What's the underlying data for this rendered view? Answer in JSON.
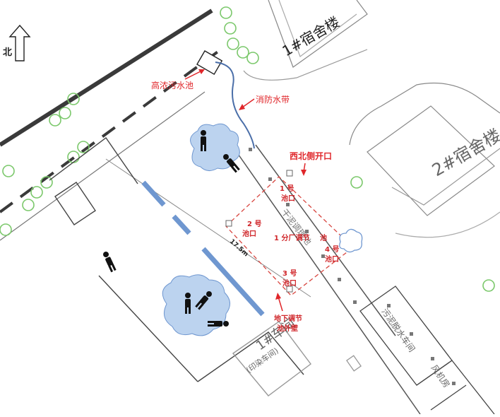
{
  "compass": {
    "label": "北"
  },
  "buildings": {
    "dorm1": "1#宿舍楼",
    "dorm2": "2#宿舍楼",
    "workshop1": "1#车间",
    "workshop1_sub": "(印染车间)",
    "sludge_room": "污泥脱水车间",
    "fan_room": "风机房",
    "dewater_room": "干泥调理池"
  },
  "annotations": {
    "high_conc_pool": "高浓污水池",
    "fire_hose": "消防水带",
    "nw_opening": "西北侧开口",
    "pool_1": "1 号",
    "pool_2": "2 号",
    "pool_3": "3 号",
    "pool_4": "4 号",
    "pool_mouth": "池口",
    "center_label": "1 分厂调节",
    "center_label2": "池",
    "dimension": "17.5m",
    "underground_wall_1": "地下调节",
    "underground_wall_2": "池外壁"
  },
  "colors": {
    "annotation_red": "#e0262a",
    "dashed_red": "#d8453f",
    "blue_wall": "#6f97d0",
    "tree_green": "#7bc86b",
    "cloud_blue": "#bcd3ef"
  }
}
